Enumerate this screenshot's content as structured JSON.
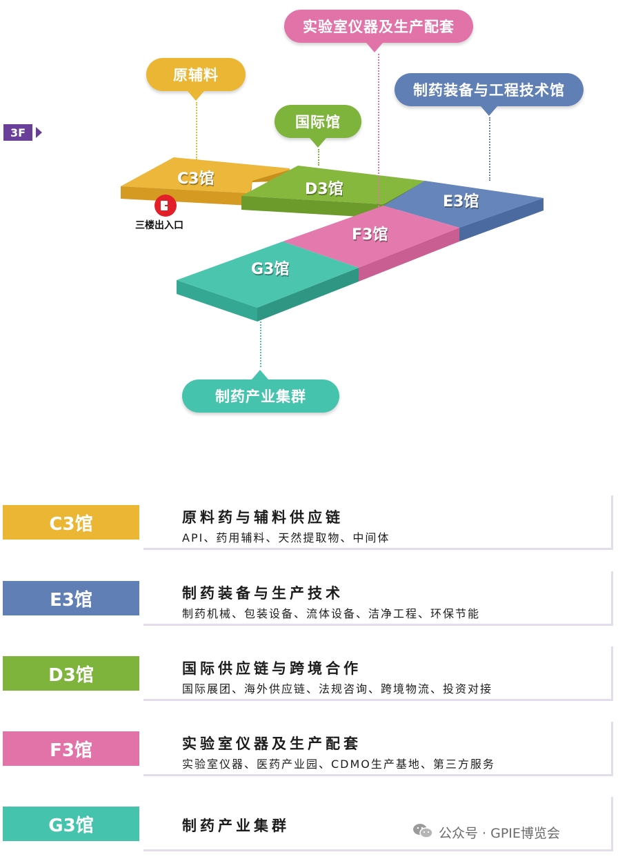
{
  "map": {
    "floor": "3F",
    "bubbles": {
      "lab": {
        "label": "实验室仪器及生产配套",
        "color": "#e273a8"
      },
      "raw": {
        "label": "原辅料",
        "color": "#ebb633"
      },
      "equipment": {
        "label": "制药装备与工程技术馆",
        "color": "#5f7fb5"
      },
      "international": {
        "label": "国际馆",
        "color": "#7eb33c"
      },
      "cluster": {
        "label": "制药产业集群",
        "color": "#46c3ad"
      }
    },
    "halls": {
      "c3": "C3馆",
      "d3": "D3馆",
      "e3": "E3馆",
      "f3": "F3馆",
      "g3": "G3馆"
    },
    "exit_label": "三楼出入口"
  },
  "legend": [
    {
      "hall": "C3馆",
      "color": "#ebb633",
      "title": "原料药与辅料供应链",
      "subtitle": "API、药用辅料、天然提取物、中间体"
    },
    {
      "hall": "E3馆",
      "color": "#5f7fb5",
      "title": "制药装备与生产技术",
      "subtitle": "制药机械、包装设备、流体设备、洁净工程、环保节能"
    },
    {
      "hall": "D3馆",
      "color": "#7eb33c",
      "title": "国际供应链与跨境合作",
      "subtitle": "国际展团、海外供应链、法规咨询、跨境物流、投资对接"
    },
    {
      "hall": "F3馆",
      "color": "#e273a8",
      "title": "实验室仪器及生产配套",
      "subtitle": "实验室仪器、医药产业园、CDMO生产基地、第三方服务"
    },
    {
      "hall": "G3馆",
      "color": "#46c3ad",
      "title": "制药产业集群",
      "subtitle": ""
    }
  ],
  "watermark": {
    "text": "公众号 · GPIE博览会",
    "icon": "wechat-icon"
  }
}
